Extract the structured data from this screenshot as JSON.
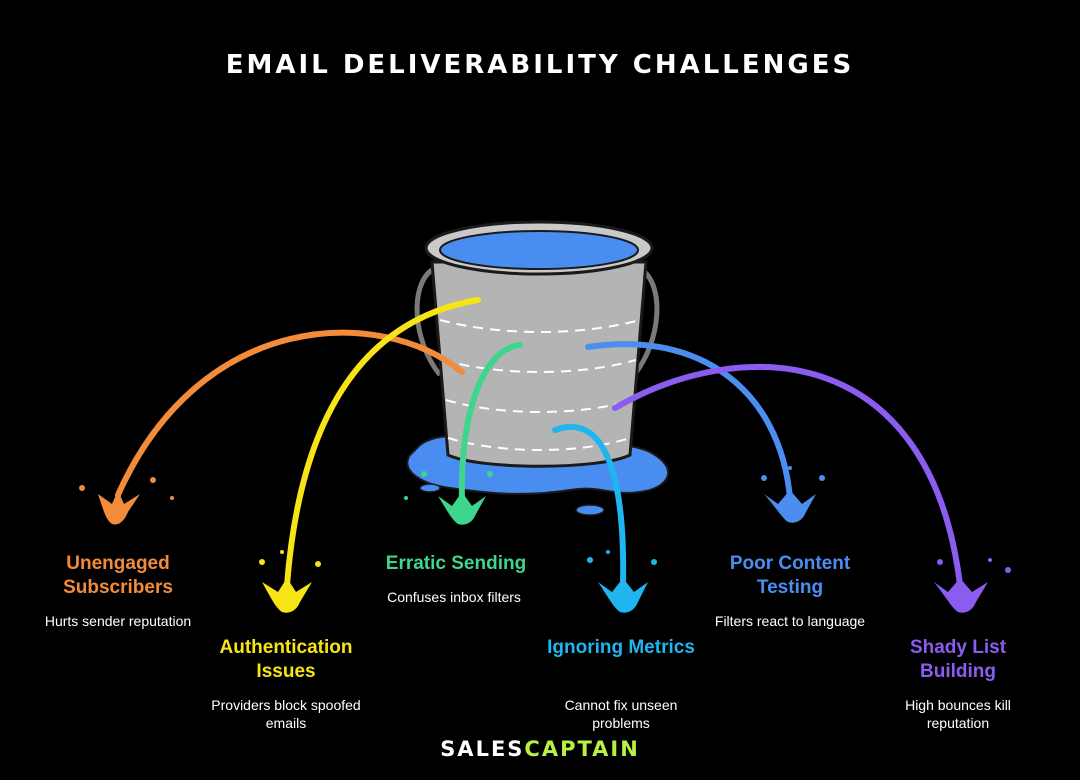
{
  "title": "EMAIL DELIVERABILITY CHALLENGES",
  "brand": {
    "part1": "SALES",
    "part2": "CAPTAIN",
    "color1": "#ffffff",
    "color2": "#b6f23f"
  },
  "challenges": [
    {
      "label": "Unengaged Subscribers",
      "desc": "Hurts sender reputation",
      "color": "#f28c3b"
    },
    {
      "label": "Authentication Issues",
      "desc": "Providers block spoofed emails",
      "color": "#f7e416"
    },
    {
      "label": "Erratic Sending",
      "desc": "Confuses inbox filters",
      "color": "#3dd68c"
    },
    {
      "label": "Ignoring Metrics",
      "desc": "Cannot fix unseen problems",
      "color": "#1fb5ee"
    },
    {
      "label": "Poor Content Testing",
      "desc": "Filters react to language",
      "color": "#4b8ef0"
    },
    {
      "label": "Shady List Building",
      "desc": "High bounces kill reputation",
      "color": "#8a5cf0"
    }
  ],
  "colors": {
    "water": "#4a8df0",
    "bucket": "#b4b4b4"
  },
  "icons": [
    "bucket-icon",
    "splash-icon"
  ]
}
